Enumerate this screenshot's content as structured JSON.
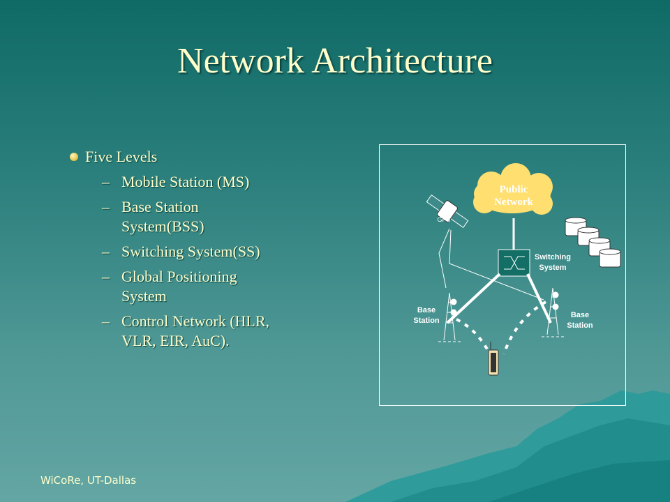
{
  "title": "Network Architecture",
  "bullet": "Five Levels",
  "sub_items": [
    "Mobile Station (MS)",
    "Base Station System(BSS)",
    "Switching System(SS)",
    "Global Positioning System",
    "Control Network (HLR, VLR, EIR, AuC)."
  ],
  "dash": "–",
  "diagram": {
    "cloud_label_1": "Public",
    "cloud_label_2": "Network",
    "gps_label": "GPS",
    "switching_1": "Switching",
    "switching_2": "System",
    "bs_left_1": "Base",
    "bs_left_2": "Station",
    "bs_right_1": "Base",
    "bs_right_2": "Station"
  },
  "footer": "WiCoRe, UT-Dallas",
  "colors": {
    "text": "#ffffcc",
    "bg_top": "#0f6a66",
    "bg_bottom": "#64a6a4"
  }
}
